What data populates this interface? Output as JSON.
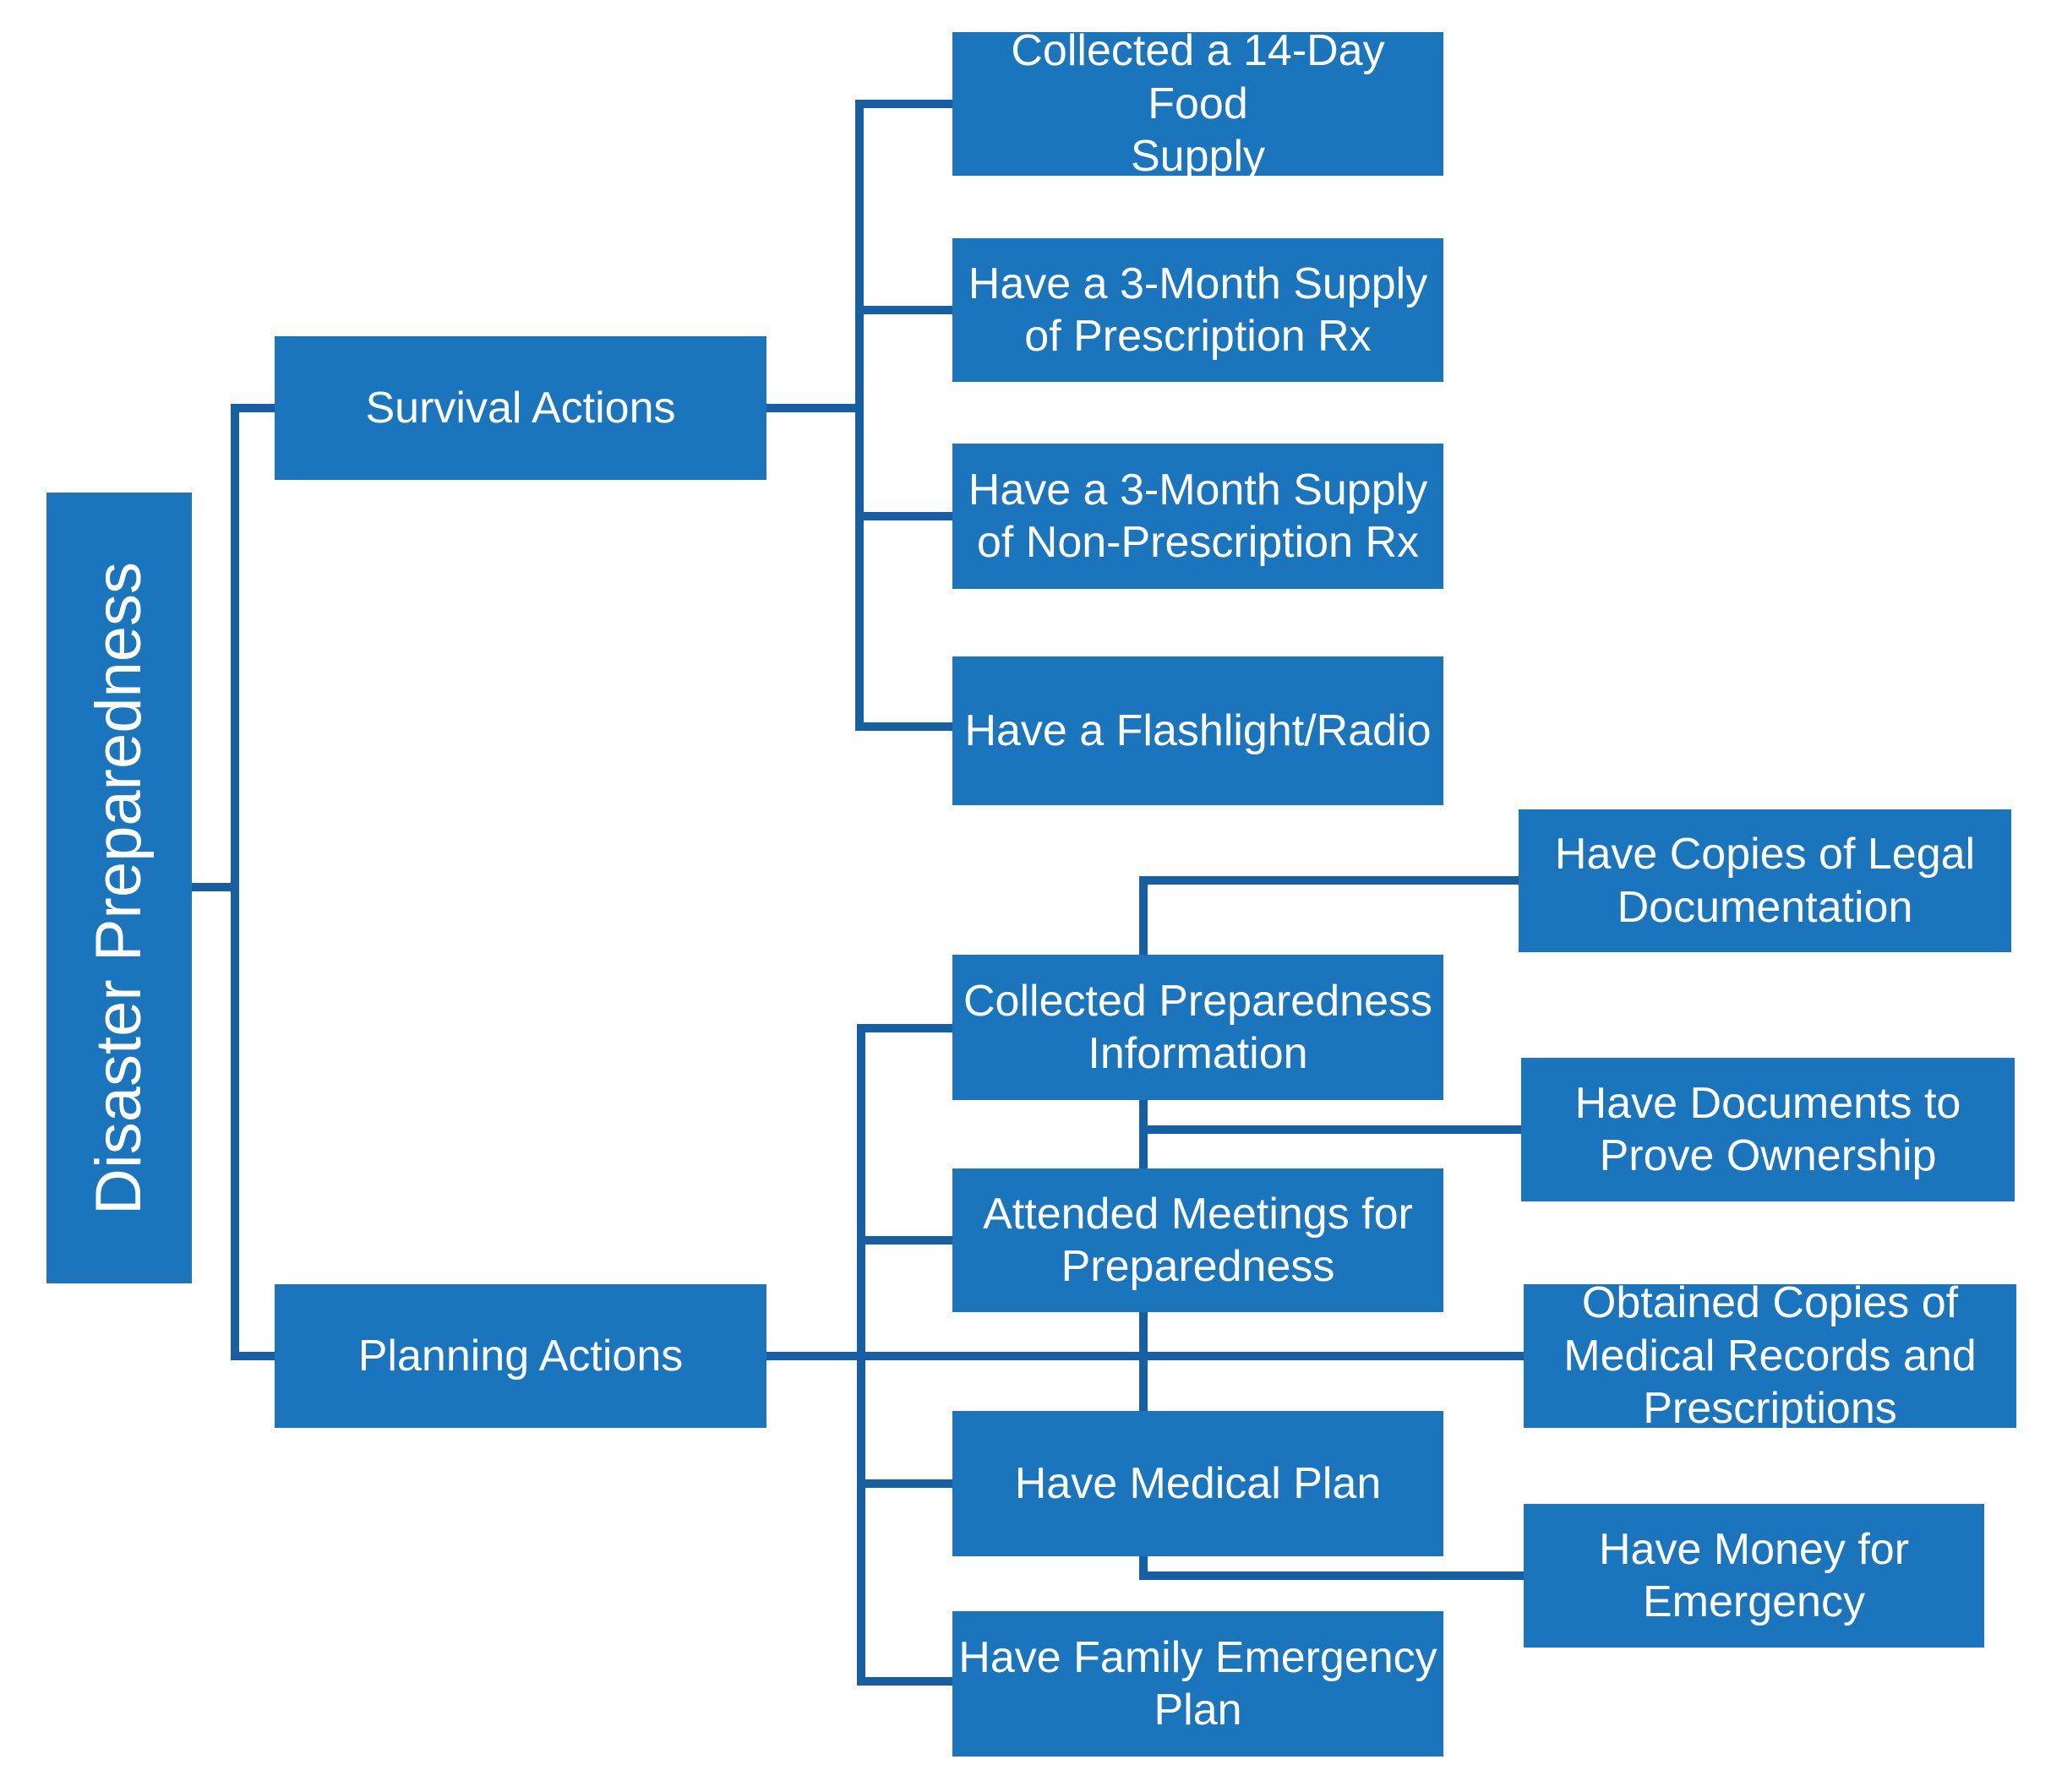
{
  "diagram": {
    "type": "hierarchy",
    "title": "Disaster Preparedness",
    "colors": {
      "box_fill": "#1b75bc",
      "connector_line": "#175fa3",
      "text": "#ffffff",
      "background": "#ffffff"
    },
    "nodes": {
      "root": {
        "label": "Disaster Preparedness"
      },
      "survival": {
        "label": "Survival Actions"
      },
      "planning": {
        "label": "Planning Actions"
      },
      "s1": {
        "label": "Collected a 14-Day Food\nSupply"
      },
      "s2": {
        "label": "Have a 3-Month Supply\nof Prescription Rx"
      },
      "s3": {
        "label": "Have a 3-Month Supply\nof Non-Prescription Rx"
      },
      "s4": {
        "label": "Have a Flashlight/Radio"
      },
      "p1": {
        "label": "Collected Preparedness\nInformation"
      },
      "p2": {
        "label": "Attended Meetings for\nPreparedness"
      },
      "p3": {
        "label": "Have Medical Plan"
      },
      "p4": {
        "label": "Have Family Emergency\nPlan"
      },
      "g1": {
        "label": "Have Copies of Legal\nDocumentation"
      },
      "g2": {
        "label": "Have Documents to\nProve Ownership"
      },
      "g3": {
        "label": "Obtained Copies of\nMedical Records and\nPrescriptions"
      },
      "g4": {
        "label": "Have Money for\nEmergency"
      }
    },
    "edges": [
      {
        "from": "Disaster Preparedness",
        "to": "Survival Actions"
      },
      {
        "from": "Disaster Preparedness",
        "to": "Planning Actions"
      },
      {
        "from": "Survival Actions",
        "to": "Collected a 14-Day Food Supply"
      },
      {
        "from": "Survival Actions",
        "to": "Have a 3-Month Supply of Prescription Rx"
      },
      {
        "from": "Survival Actions",
        "to": "Have a 3-Month Supply of Non-Prescription Rx"
      },
      {
        "from": "Survival Actions",
        "to": "Have a Flashlight/Radio"
      },
      {
        "from": "Planning Actions",
        "to": "Collected Preparedness Information"
      },
      {
        "from": "Planning Actions",
        "to": "Attended Meetings for Preparedness"
      },
      {
        "from": "Planning Actions",
        "to": "Have Medical Plan"
      },
      {
        "from": "Planning Actions",
        "to": "Have Family Emergency Plan"
      },
      {
        "from": "Collected Preparedness Information",
        "to": "Have Copies of Legal Documentation"
      },
      {
        "from": "Collected Preparedness Information",
        "to": "Have Documents to Prove Ownership"
      },
      {
        "from": "Attended Meetings for Preparedness",
        "to": "Obtained Copies of Medical Records and Prescriptions"
      },
      {
        "from": "Have Medical Plan",
        "to": "Have Money for Emergency"
      }
    ]
  }
}
